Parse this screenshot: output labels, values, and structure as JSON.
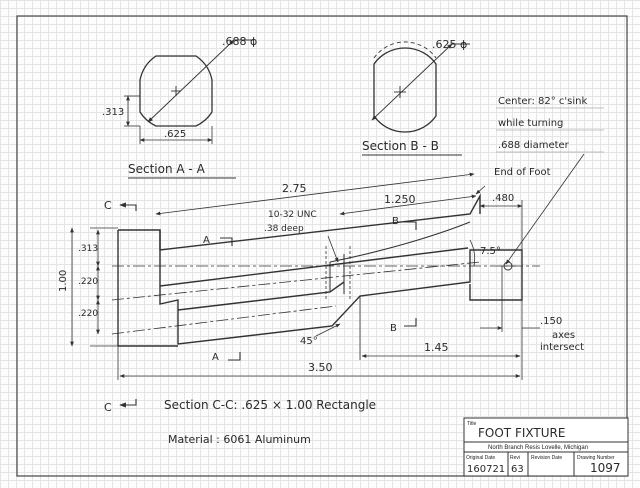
{
  "section_a": {
    "diameter": ".688 ϕ",
    "flat_height": ".313",
    "flat_width": ".625",
    "title": "Section A - A"
  },
  "section_b": {
    "diameter": ".625 ϕ",
    "title": "Section B - B"
  },
  "note": {
    "line1": "Center: 82° c'sink",
    "line2": "while turning",
    "line3": ".688 diameter"
  },
  "side_view": {
    "end_of_foot": "End of Foot",
    "dim_275": "2.75",
    "dim_1250": "1.250",
    "dim_480": ".480",
    "tap": "10-32 UNC",
    "tap_depth": ".38 deep",
    "angle_75": "7.5°",
    "dim_313": ".313",
    "dim_100": "1.00",
    "dim_220a": ".220",
    "dim_220b": ".220",
    "angle_45": "45°",
    "dim_145": "1.45",
    "dim_350": "3.50",
    "dim_150": ".150",
    "axes_1": "axes",
    "axes_2": "intersect"
  },
  "labels": {
    "c": "C",
    "a": "A",
    "b": "B"
  },
  "section_c": "Section C-C:  .625 × 1.00 Rectangle",
  "material": "Material : 6061 Aluminum",
  "title_block": {
    "title_label": "Title",
    "title": "FOOT   FIXTURE",
    "company": "North Branch Resis     Lovelle, Michigan",
    "original_date_label": "Original Date",
    "original_date": "160721",
    "rev_label": "Revi",
    "rev": "63",
    "revision_date_label": "Revision Date",
    "revision_date": "",
    "drawing_number_label": "Drawing Number",
    "drawing_number": "1097"
  }
}
